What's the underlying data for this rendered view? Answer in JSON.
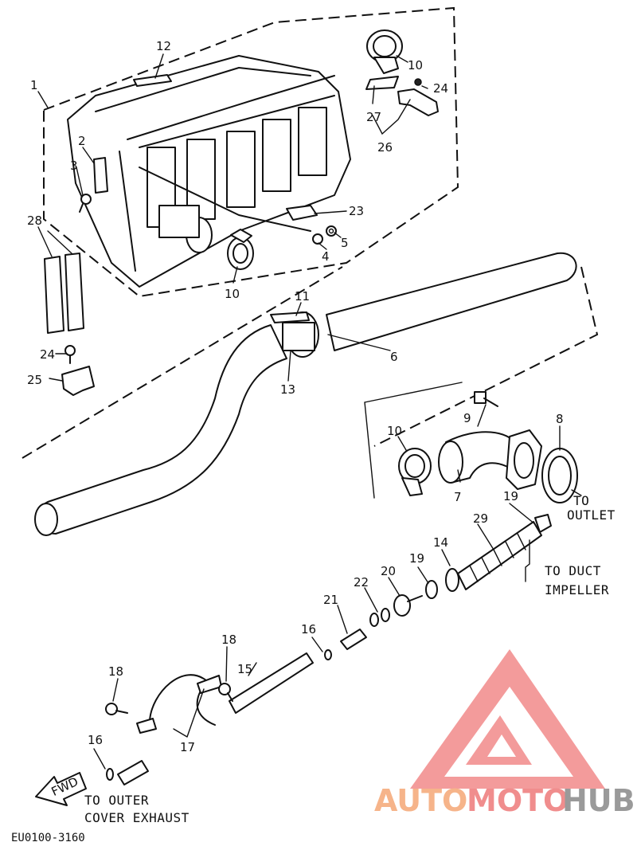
{
  "figure_code": "EU0100-3160",
  "direction_arrow_label": "FWD",
  "notes": {
    "to_outlet_line1": "TO",
    "to_outlet_line2": "OUTLET",
    "to_duct_line1": "TO DUCT",
    "to_duct_line2": "IMPELLER",
    "to_outer_line1": "TO OUTER",
    "to_outer_line2": "COVER EXHAUST"
  },
  "callouts": {
    "c1": "1",
    "c2": "2",
    "c3": "3",
    "c4": "4",
    "c5": "5",
    "c6": "6",
    "c7": "7",
    "c8": "8",
    "c9": "9",
    "c10a": "10",
    "c10b": "10",
    "c10c": "10",
    "c11": "11",
    "c12": "12",
    "c13": "13",
    "c14": "14",
    "c15": "15",
    "c16a": "16",
    "c16b": "16",
    "c17": "17",
    "c18a": "18",
    "c18b": "18",
    "c19a": "19",
    "c19b": "19",
    "c20": "20",
    "c21": "21",
    "c22": "22",
    "c23": "23",
    "c24a": "24",
    "c24b": "24",
    "c25": "25",
    "c26": "26",
    "c27": "27",
    "c28": "28",
    "c29": "29"
  },
  "watermark": {
    "part1": "AUTO",
    "part2": "MOTO",
    "part3": "HUB",
    "colors": {
      "auto": "#f6b48a",
      "moto": "#f08d8d",
      "hub": "#9a9a9a",
      "logo": "#f07b7b"
    }
  }
}
